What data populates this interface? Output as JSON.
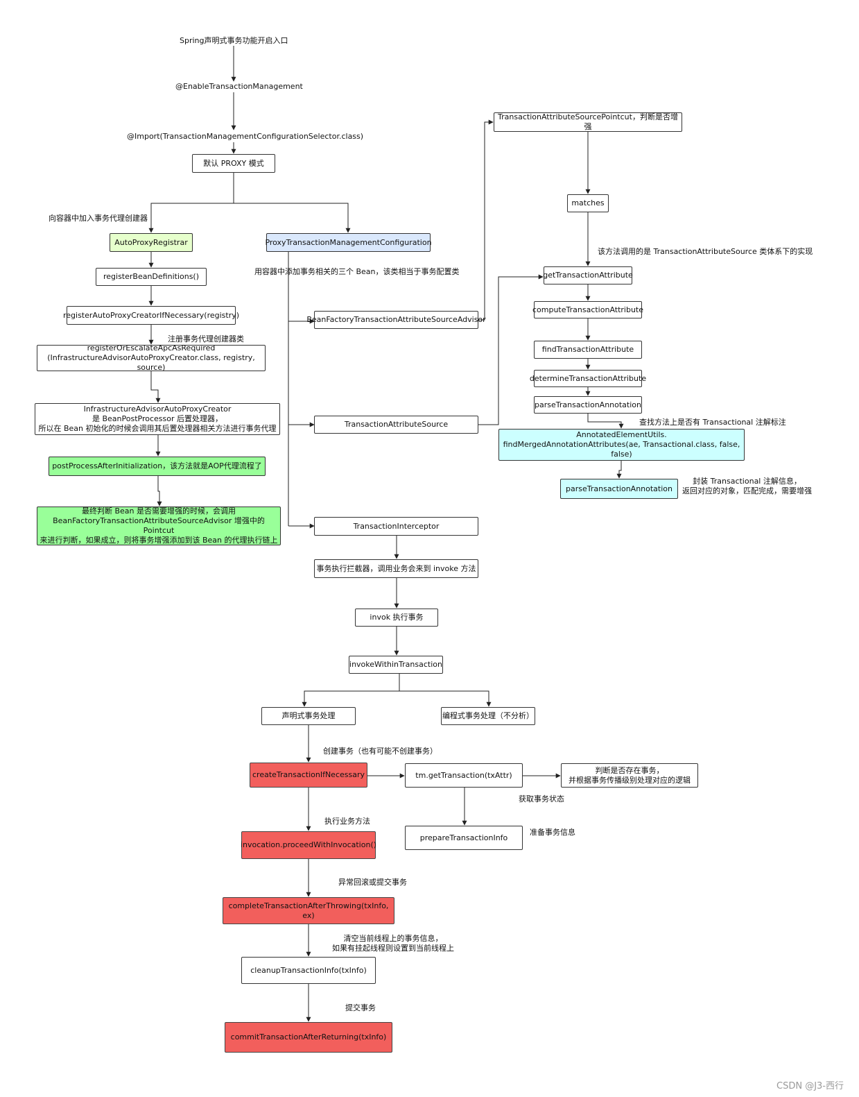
{
  "labels": {
    "entry": "Spring声明式事务功能开启入口",
    "enable": "@EnableTransactionManagement",
    "import": "@Import(TransactionManagementConfigurationSelector.class)",
    "add_creator": "向容器中加入事务代理创建器",
    "add_beans": "用容器中添加事务相关的三个 Bean，该类相当于事务配置类",
    "register_creator": "注册事务代理创建器类",
    "source_impl": "该方法调用的是 TransactionAttributeSource 类体系下的实现",
    "find_annotation": "查找方法上是否有 Transactional 注解标注",
    "wrap_info": "封装 Transactional 注解信息，\n返回对应的对象，匹配完成，需要增强",
    "create_tx": "创建事务（也有可能不创建事务）",
    "get_status": "获取事务状态",
    "prepare_info": "准备事务信息",
    "exec_method": "执行业务方法",
    "rollback_commit": "异常回滚或提交事务",
    "cleanup": "清空当前线程上的事务信息，\n如果有挂起线程则设置到当前线程上",
    "commit": "提交事务"
  },
  "nodes": {
    "proxy_mode": "默认 PROXY 模式",
    "auto_proxy_registrar": "AutoProxyRegistrar",
    "proxy_tx_config": "ProxyTransactionManagementConfiguration",
    "register_bean_defs": "registerBeanDefinitions()",
    "register_if_necessary": "registerAutoProxyCreatorIfNecessary(registry)",
    "register_or_escalate": "registerOrEscalateApcAsRequired\n(InfrastructureAdvisorAutoProxyCreator.class, registry, source)",
    "infra_creator": "InfrastructureAdvisorAutoProxyCreator\n是 BeanPostProcessor 后置处理器，\n所以在 Bean 初始化的时候会调用其后置处理器相关方法进行事务代理",
    "post_process": "postProcessAfterInitialization，该方法就是AOP代理流程了",
    "final_judge": "最终判断 Bean 是否需要增强的时候，会调用\nBeanFactoryTransactionAttributeSourceAdvisor 增强中的 Pointcut\n来进行判断，如果成立，则将事务增强添加到该 Bean 的代理执行链上",
    "advisor": "BeanFactoryTransactionAttributeSourceAdvisor",
    "tx_attr_source": "TransactionAttributeSource",
    "tx_interceptor": "TransactionInterceptor",
    "pointcut": "TransactionAttributeSourcePointcut，判断是否增强",
    "matches": "matches",
    "get_tx_attr": "getTransactionAttribute",
    "compute_tx_attr": "computeTransactionAttribute",
    "find_tx_attr": "findTransactionAttribute",
    "determine_tx_attr": "determineTransactionAttribute",
    "parse_tx_annotation": "parseTransactionAnnotation",
    "annotated_utils": "AnnotatedElementUtils.\nfindMergedAnnotationAttributes(ae, Transactional.class, false, false)",
    "parse_tx_annotation2": "parseTransactionAnnotation",
    "interceptor_desc": "事务执行拦截器，调用业务会来到 invoke 方法",
    "invoke_exec": "invok 执行事务",
    "invoke_within": "invokeWithinTransaction",
    "declarative": "声明式事务处理",
    "programmatic": "编程式事务处理（不分析）",
    "create_if_necessary": "createTransactionIfNecessary",
    "get_transaction": "tm.getTransaction(txAttr)",
    "judge_exists": "判断是否存在事务，\n并根据事务传播级别处理对应的逻辑",
    "prepare_tx_info": "prepareTransactionInfo",
    "proceed": "invocation.proceedWithInvocation()",
    "complete_after_throwing": "completeTransactionAfterThrowing(txInfo, ex)",
    "cleanup_info": "cleanupTransactionInfo(txInfo)",
    "commit_after_returning": "commitTransactionAfterReturning(txInfo)"
  },
  "watermark": "CSDN @J3-西行",
  "colors": {
    "green_light": "#e6ffcc",
    "blue_light": "#dae8fc",
    "green": "#99ff99",
    "cyan": "#ccffff",
    "red": "#f25f5c",
    "line": "#222222"
  }
}
